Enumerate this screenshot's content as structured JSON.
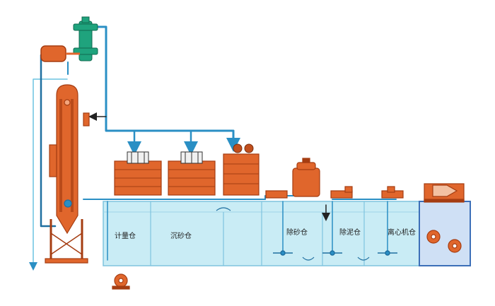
{
  "labels": {
    "metering": "计量仓",
    "settling": "沉砂仓",
    "desander": "除砂仓",
    "desilter": "除泥仓",
    "centrifuge": "离心机仓"
  },
  "colors": {
    "equipment": "#e0662c",
    "equipment_dark": "#a53d12",
    "pipe": "#2a8fc4",
    "pipe_light": "#6cc3e0",
    "tank_fill": "#c9ecf5",
    "tank_edge": "#7fc4de",
    "hydrocyclone": "#1fa37d",
    "centrifuge_room": "#3c6fb8"
  },
  "icons": {
    "agitator": "agitator-icon",
    "pump": "pump-icon",
    "flow_arrow": "flow-arrow-icon"
  }
}
